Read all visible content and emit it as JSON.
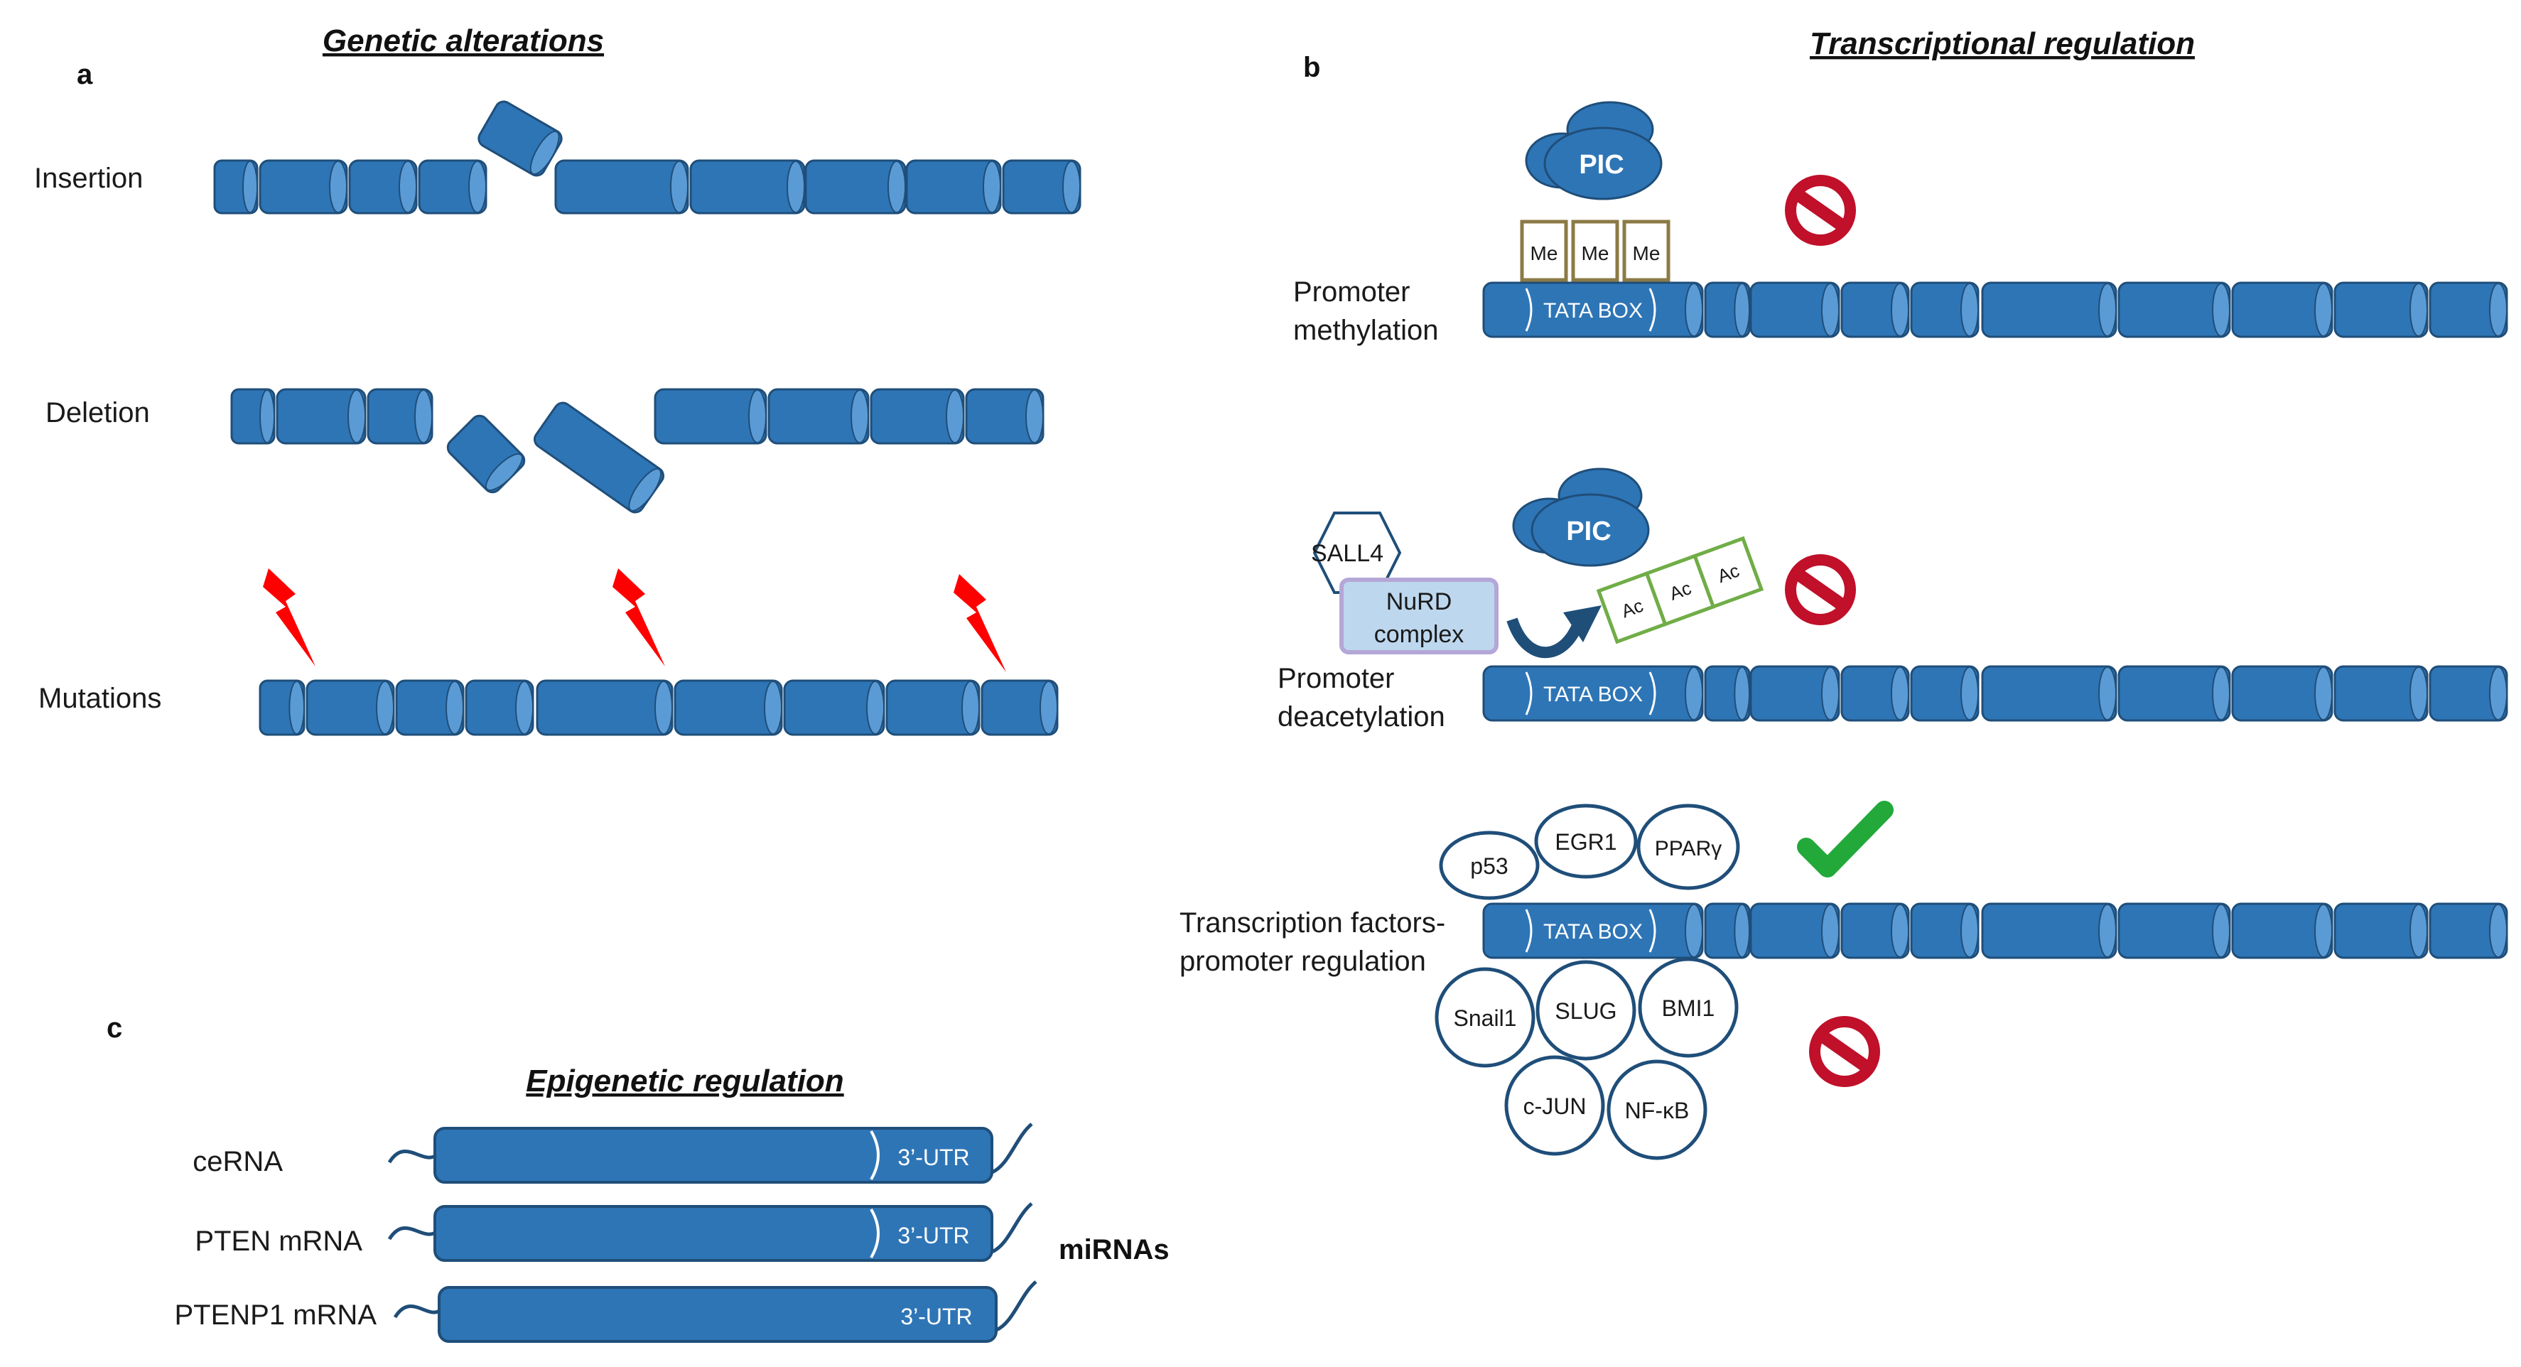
{
  "colors": {
    "dna_fill": "#2e75b6",
    "dna_stroke": "#1f4e79",
    "dna_end": "#5b9bd5",
    "methyl_border": "#8c7a45",
    "acetyl_border": "#70ad47",
    "nurd_fill": "#bdd7ee",
    "nurd_border": "#b4a7d6",
    "lightning": "#ff0000",
    "check": "#22a93a",
    "no_sign": "#c0102a"
  },
  "panel_a": {
    "letter": "a",
    "title": "Genetic alterations",
    "rows": [
      {
        "label": "Insertion"
      },
      {
        "label": "Deletion"
      },
      {
        "label": "Mutations"
      }
    ]
  },
  "panel_b": {
    "letter": "b",
    "title": "Transcriptional regulation",
    "tata_label": "TATA BOX",
    "pic_label": "PIC",
    "methylation": {
      "label_line1": "Promoter",
      "label_line2": "methylation",
      "marks": [
        "Me",
        "Me",
        "Me"
      ]
    },
    "deacetylation": {
      "label_line1": "Promoter",
      "label_line2": "deacetylation",
      "sall4": "SALL4",
      "nurd_line1": "NuRD",
      "nurd_line2": "complex",
      "marks": [
        "Ac",
        "Ac",
        "Ac"
      ]
    },
    "tf": {
      "label_line1": "Transcription factors-",
      "label_line2": "promoter regulation",
      "activators": [
        "p53",
        "EGR1",
        "PPARγ"
      ],
      "repressors": [
        "Snail1",
        "SLUG",
        "BMI1",
        "c-JUN",
        "NF-κB"
      ]
    }
  },
  "panel_c": {
    "letter": "c",
    "title": "Epigenetic regulation",
    "utr_label": "3’-UTR",
    "mirna_label": "miRNAs",
    "rows": [
      {
        "label": "ceRNA"
      },
      {
        "label": "PTEN mRNA"
      },
      {
        "label": "PTENP1 mRNA"
      }
    ]
  }
}
